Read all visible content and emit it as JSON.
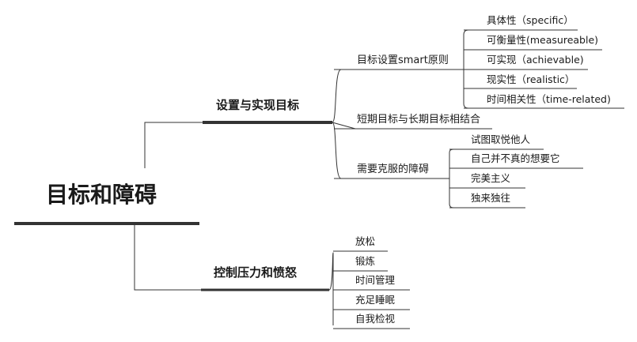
{
  "root": "目标和障碍",
  "branches": [
    {
      "label": "设置与实现目标",
      "children": [
        {
          "label": "目标设置smart原则",
          "children": [
            "具体性（specific）",
            "可衡量性(measureable)",
            "可实现（achievable)",
            "现实性（realistic）",
            "时间相关性（time-related)"
          ]
        },
        {
          "label": "短期目标与长期目标相结合"
        },
        {
          "label": "需要克服的障碍",
          "children": [
            "试图取悦他人",
            "自己并不真的想要它",
            "完美主义",
            "独来独往"
          ]
        }
      ]
    },
    {
      "label": "控制压力和愤怒",
      "children": [
        "放松",
        "锻炼",
        "时间管理",
        "充足睡眠",
        "自我检视"
      ]
    }
  ]
}
